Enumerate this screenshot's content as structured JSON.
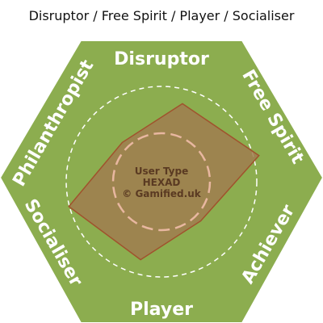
{
  "title": "Disruptor / Free Spirit / Player / Socialiser",
  "colors": {
    "hexagon_fill": "#8cad4f",
    "profile_fill": "#a07c4f",
    "profile_stroke": "#a0522d",
    "guide_circle": "#ffffff",
    "inner_circle": "#e8b7a0",
    "label_text": "#ffffff",
    "center_text": "#5a3a22"
  },
  "center": {
    "line1": "User Type",
    "line2": "HEXAD",
    "line3": "© Gamified.uk"
  },
  "chart_data": {
    "type": "radar",
    "axes": [
      "Disruptor",
      "Free Spirit",
      "Achiever",
      "Player",
      "Socialiser",
      "Philanthropist"
    ],
    "profile_vertices": [
      {
        "axis": "Disruptor",
        "value": 0.8
      },
      {
        "axis": "Free Spirit",
        "value": 1.0
      },
      {
        "axis": "Achiever",
        "value": 0.55
      },
      {
        "axis": "Player",
        "value": 0.8
      },
      {
        "axis": "Socialiser",
        "value": 0.95
      },
      {
        "axis": "Philanthropist",
        "value": 0.55
      }
    ]
  }
}
